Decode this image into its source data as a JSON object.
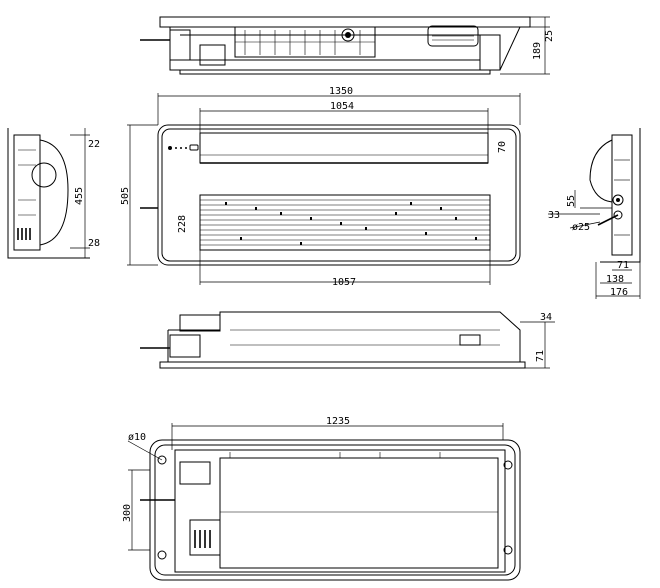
{
  "dimensions": {
    "top_height_small": "25",
    "top_height_total": "189",
    "front_width_total": "1350",
    "front_grille_top_width": "1054",
    "front_grille_top_height": "70",
    "front_height": "505",
    "front_grille_bottom_height": "228",
    "front_grille_bottom_width": "1057",
    "left_top_offset": "22",
    "left_height": "455",
    "left_bottom_offset": "28",
    "right_dim_55": "55",
    "right_dim_33": "33",
    "right_pipe_dia": "ø25",
    "right_dim_71": "71",
    "right_dim_138": "138",
    "right_dim_176": "176",
    "bottom_view_offset": "34",
    "bottom_view_height": "71",
    "rear_width": "1235",
    "rear_hole_dia": "ø10",
    "rear_spacing": "300"
  }
}
